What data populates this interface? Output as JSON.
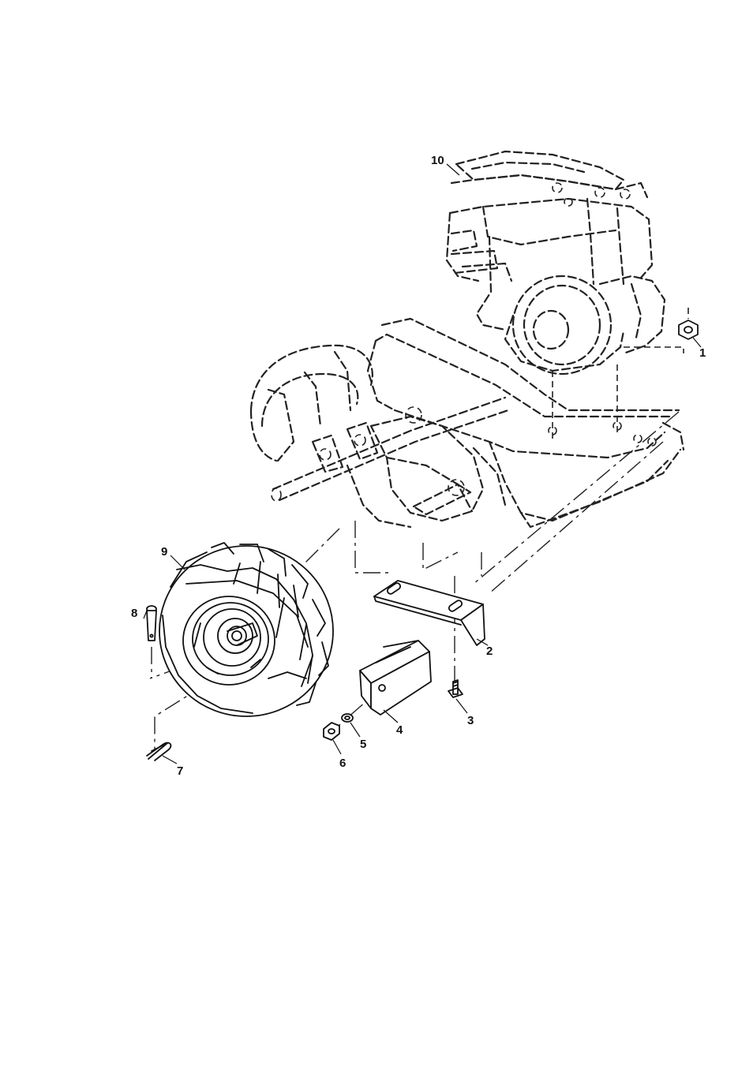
{
  "diagram": {
    "callouts": [
      {
        "id": "1",
        "label": "1",
        "part": "nut"
      },
      {
        "id": "2",
        "label": "2",
        "part": "mounting-bracket"
      },
      {
        "id": "3",
        "label": "3",
        "part": "bolt"
      },
      {
        "id": "4",
        "label": "4",
        "part": "weight"
      },
      {
        "id": "5",
        "label": "5",
        "part": "lock-washer"
      },
      {
        "id": "6",
        "label": "6",
        "part": "nut"
      },
      {
        "id": "7",
        "label": "7",
        "part": "hairpin-clip"
      },
      {
        "id": "8",
        "label": "8",
        "part": "clevis-pin"
      },
      {
        "id": "9",
        "label": "9",
        "part": "wheel-assembly"
      },
      {
        "id": "10",
        "label": "10",
        "part": "engine"
      }
    ]
  }
}
